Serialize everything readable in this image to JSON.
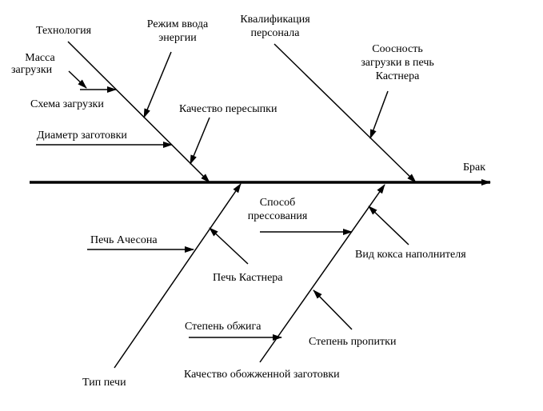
{
  "effect": "Брак",
  "causes": {
    "technology": "Технология",
    "load_mass_line1": "Масса",
    "load_mass_line2": "загрузки",
    "load_scheme": "Схема загрузки",
    "blank_diameter": "Диаметр заготовки",
    "energy_mode_line1": "Режим ввода",
    "energy_mode_line2": "энергии",
    "fill_quality": "Качество пересыпки",
    "staff_line1": "Квалификация",
    "staff_line2": "персонала",
    "coaxial_line1": "Соосность",
    "coaxial_line2": "загрузки в печь",
    "coaxial_line3": "Кастнера",
    "pressing_line1": "Способ",
    "pressing_line2": "прессования",
    "acheson_furnace": "Печь Ачесона",
    "castner_furnace": "Печь Кастнера",
    "furnace_type": "Тип печи",
    "coke_filler": "Вид кокса  наполнителя",
    "firing_degree": "Степень обжига",
    "impregnation_degree": "Степень пропитки",
    "fired_blank_quality": "Качество обожженной заготовки"
  }
}
